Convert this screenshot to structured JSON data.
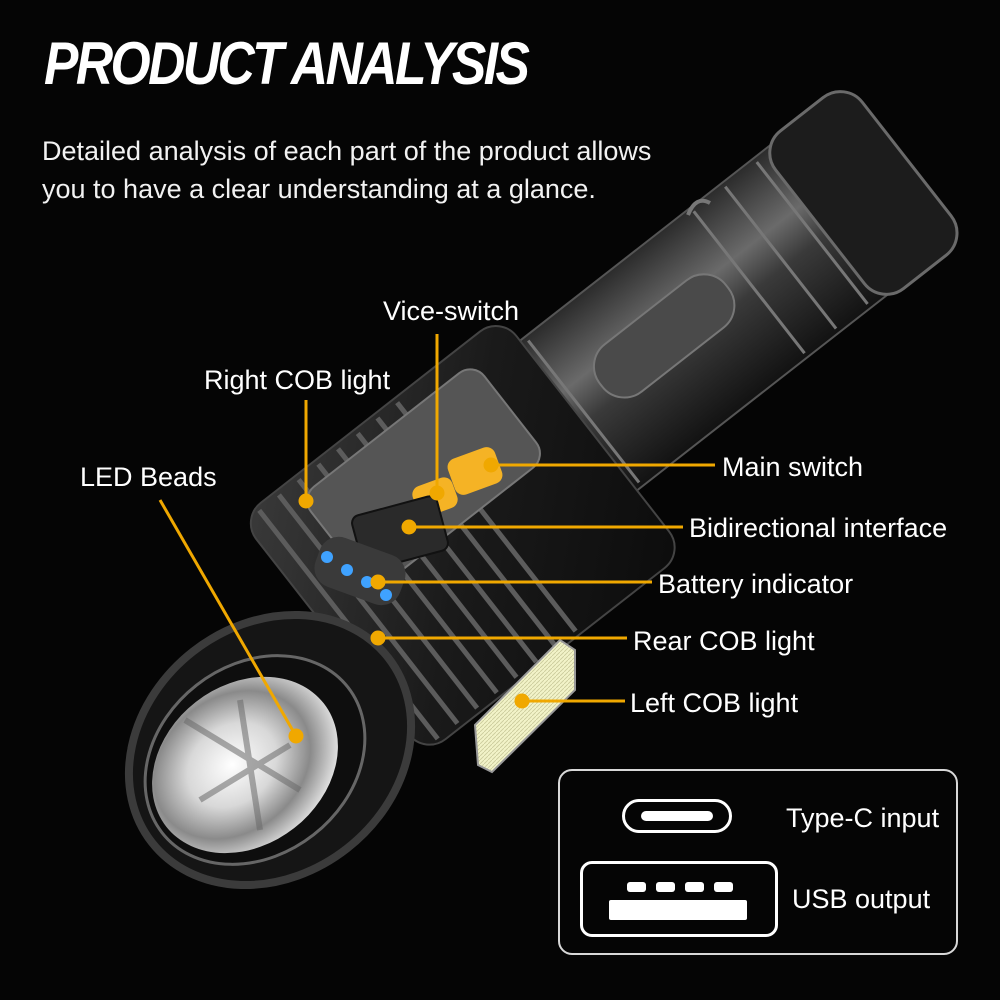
{
  "header": {
    "title": "PRODUCT ANALYSIS",
    "subtitle_lines": [
      "Detailed analysis of each part of the product allows",
      "you to have a clear understanding at a glance."
    ]
  },
  "callouts": {
    "vice_switch": "Vice-switch",
    "right_cob_light": "Right COB light",
    "led_beads": "LED Beads",
    "main_switch": "Main switch",
    "bidirectional_interface": "Bidirectional interface",
    "battery_indicator": "Battery indicator",
    "rear_cob_light": "Rear COB light",
    "left_cob_light": "Left COB light"
  },
  "ports": {
    "type_c": {
      "icon": "type-c-port-icon",
      "label": "Type-C input"
    },
    "usb": {
      "icon": "usb-a-port-icon",
      "label": "USB output"
    }
  },
  "colors": {
    "background": "#050505",
    "accent_leader": "#F0A800",
    "button_orange": "#F5B325",
    "indicator_blue": "#3FA2FF",
    "cob_panel": "#F2F3C8"
  }
}
